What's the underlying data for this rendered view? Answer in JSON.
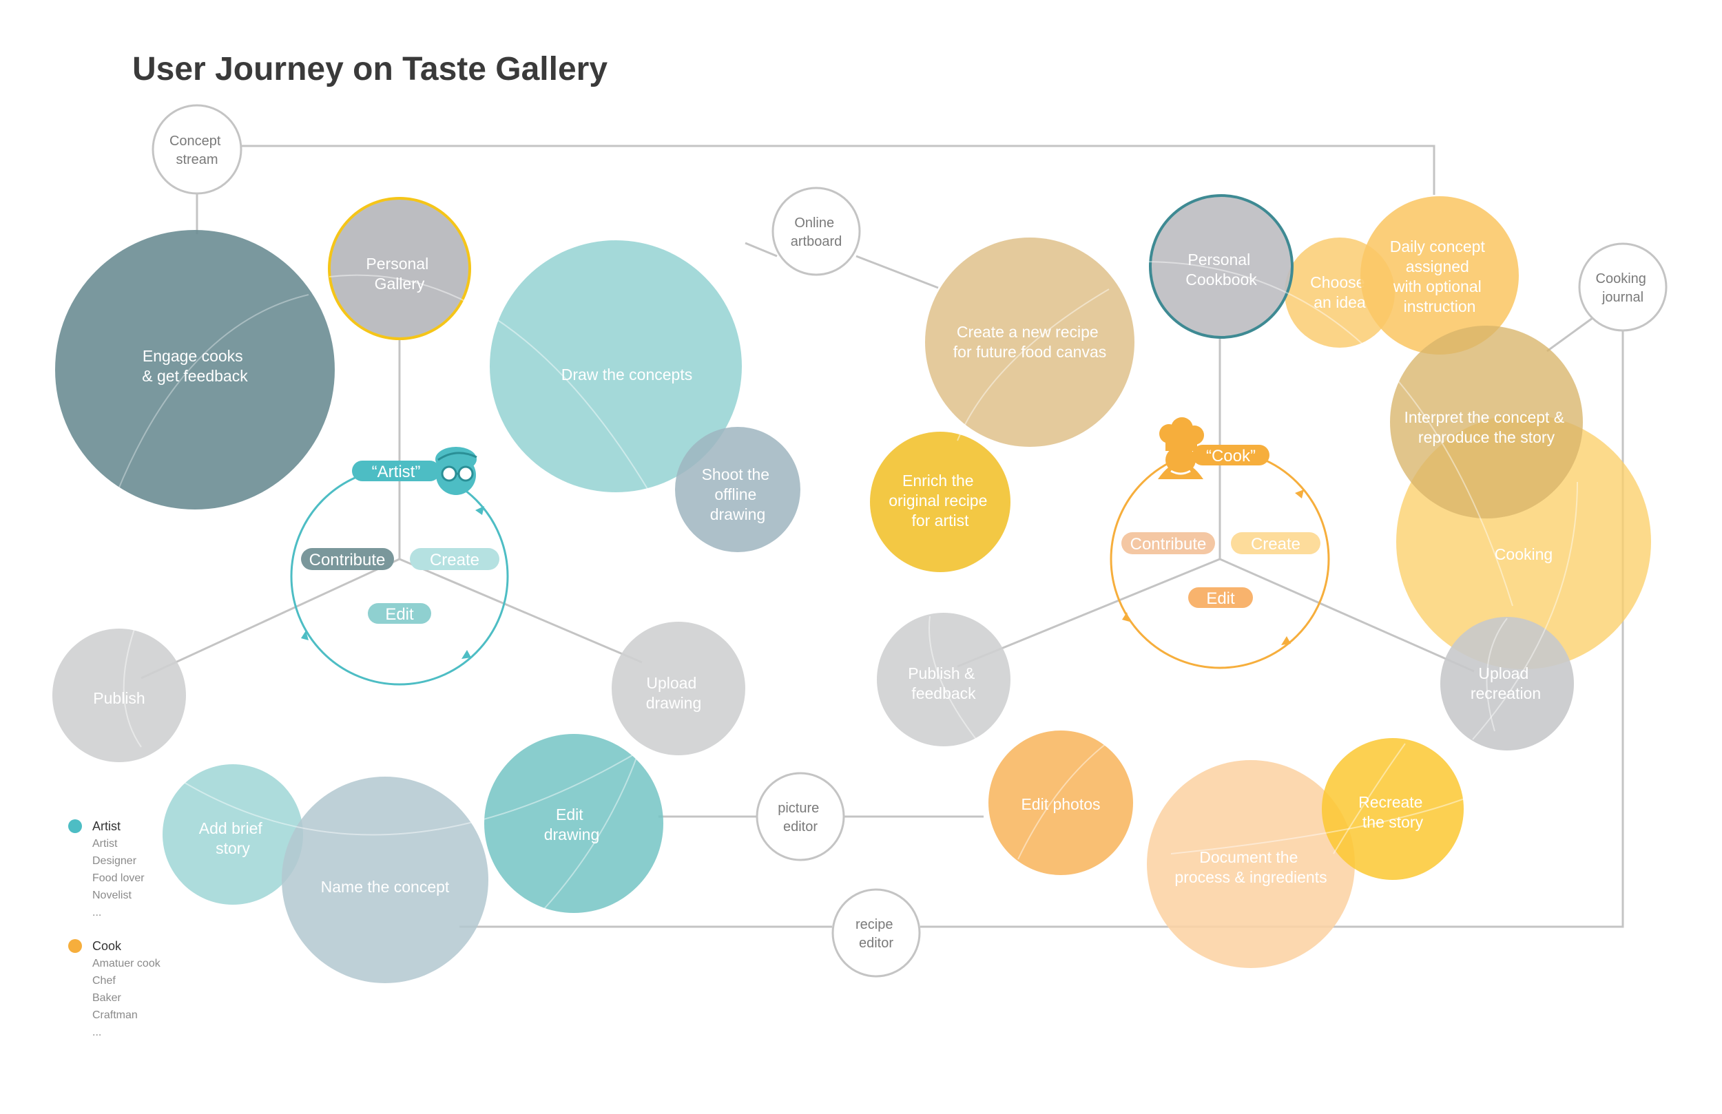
{
  "title": "User Journey on Taste Gallery",
  "colors": {
    "teal": "#4dbdc4",
    "orange": "#f6ae3c",
    "gray": "#cfd0d2",
    "slate": "#7a979b",
    "line": "#c4c4c4"
  },
  "tools": {
    "concept_stream": [
      "Concept",
      "stream"
    ],
    "online_artboard": [
      "Online",
      "artboard"
    ],
    "picture_editor": [
      "picture",
      "editor"
    ],
    "recipe_editor": [
      "recipe",
      "editor"
    ],
    "cooking_journal": [
      "Cooking",
      "journal"
    ]
  },
  "nodes": {
    "engage_cooks": [
      "Engage cooks",
      "& get feedback"
    ],
    "personal_gallery": [
      "Personal",
      "Gallery"
    ],
    "draw_concepts": [
      "Draw the concepts"
    ],
    "shoot_drawing": [
      "Shoot the",
      "offline",
      "drawing"
    ],
    "create_recipe": [
      "Create a new recipe",
      "for future food canvas"
    ],
    "enrich_recipe": [
      "Enrich the",
      "original recipe",
      "for artist"
    ],
    "personal_cookbook": [
      "Personal",
      "Cookbook"
    ],
    "choose_idea": [
      "Choose",
      "an idea"
    ],
    "daily_concept": [
      "Daily concept",
      "assigned",
      "with optional",
      "instruction"
    ],
    "interpret_concept": [
      "Interpret the concept &",
      "reproduce the story"
    ],
    "cooking": [
      "Cooking"
    ],
    "publish": [
      "Publish"
    ],
    "upload_drawing": [
      "Upload",
      "drawing"
    ],
    "publish_feedback": [
      "Publish &",
      "feedback"
    ],
    "upload_recreation": [
      "Upload",
      "recreation"
    ],
    "add_brief_story": [
      "Add brief",
      "story"
    ],
    "name_concept": [
      "Name the concept"
    ],
    "edit_drawing": [
      "Edit",
      "drawing"
    ],
    "edit_photos": [
      "Edit photos"
    ],
    "document_process": [
      "Document the",
      "process & ingredients"
    ],
    "recreate_story": [
      "Recreate",
      "the story"
    ]
  },
  "artist_cycle": {
    "role": "“Artist”",
    "contribute": "Contribute",
    "create": "Create",
    "edit": "Edit"
  },
  "cook_cycle": {
    "role": "“Cook”",
    "contribute": "Contribute",
    "create": "Create",
    "edit": "Edit"
  },
  "legend": {
    "artist": {
      "heading": "Artist",
      "items": [
        "Artist",
        "Designer",
        "Food lover",
        "Novelist",
        "..."
      ]
    },
    "cook": {
      "heading": "Cook",
      "items": [
        "Amatuer cook",
        "Chef",
        "Baker",
        "Craftman",
        "..."
      ]
    }
  }
}
